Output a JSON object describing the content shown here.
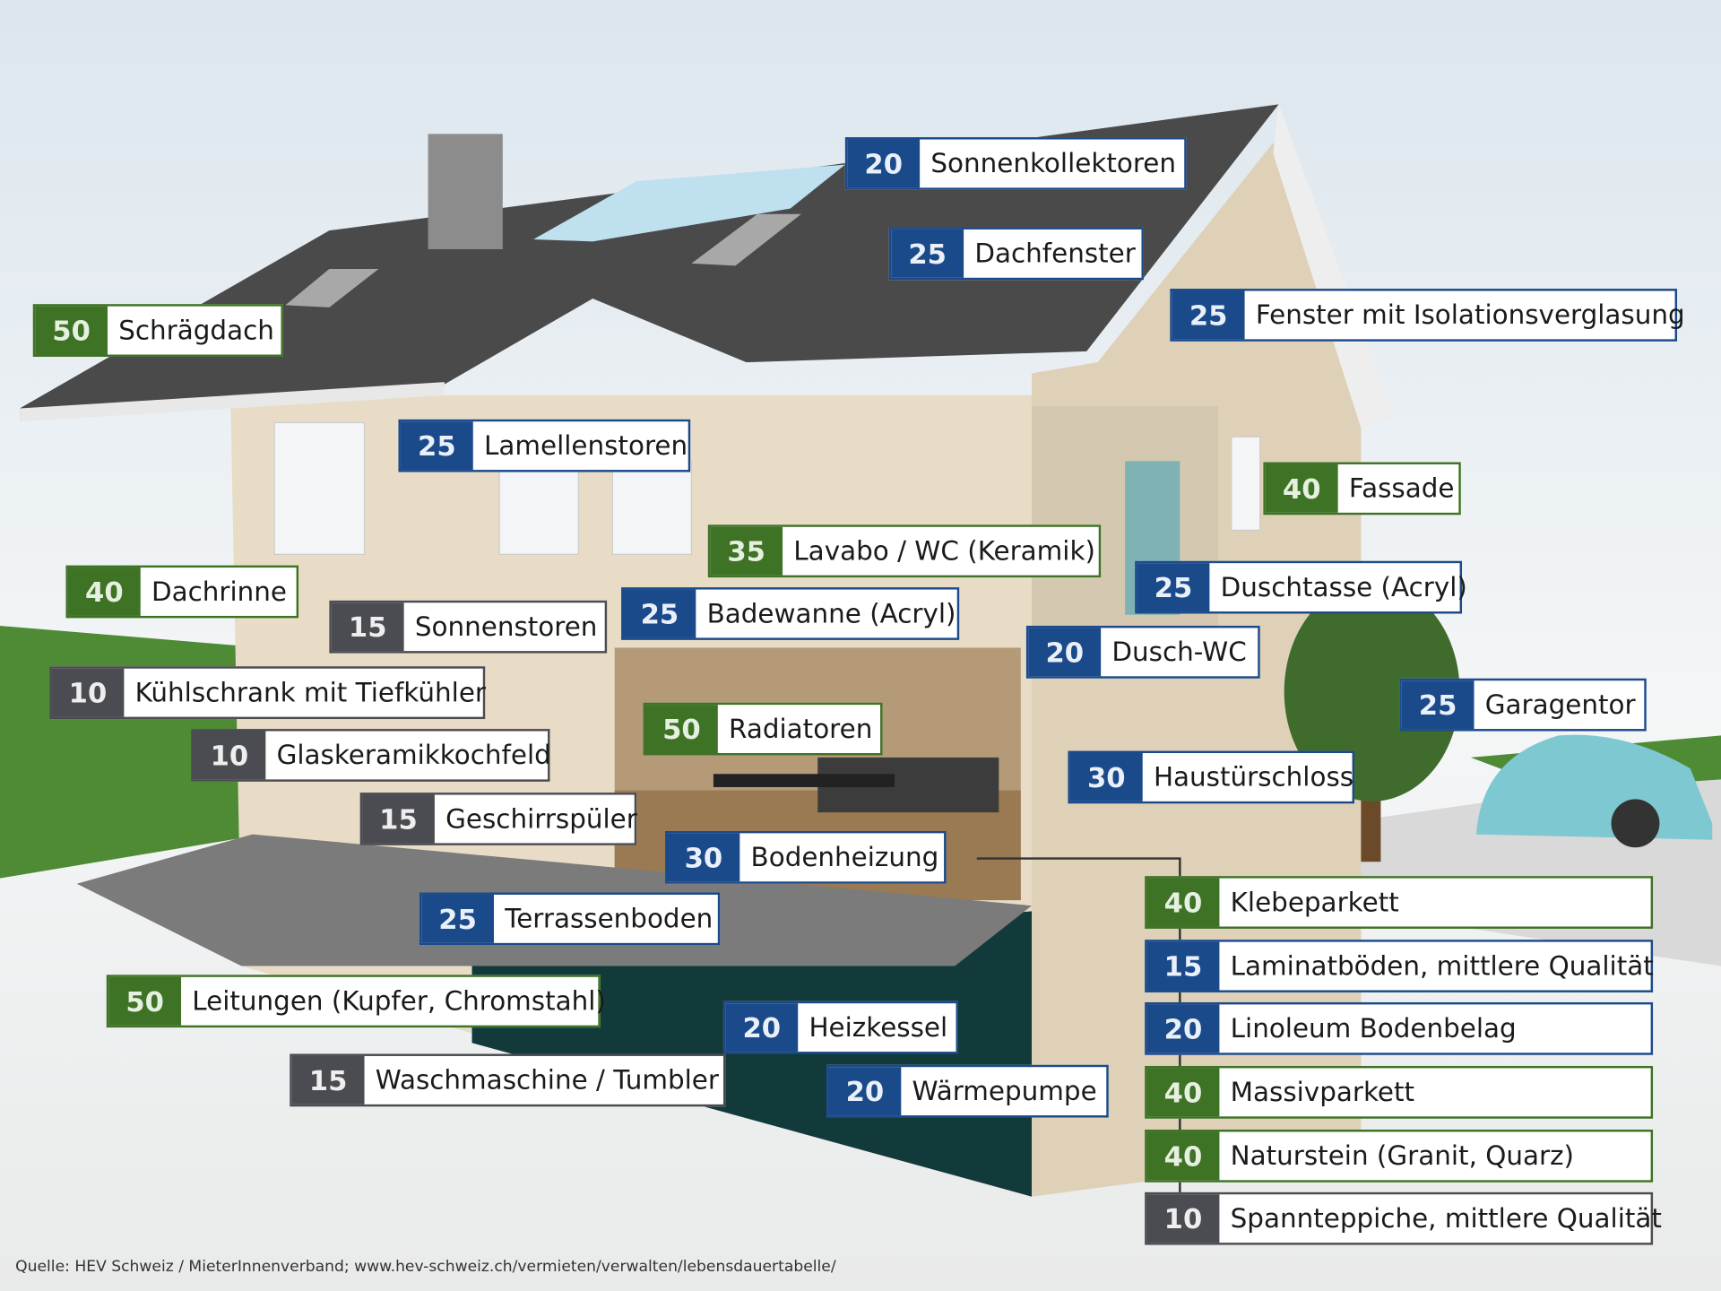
{
  "colors": {
    "green": "#3e7225",
    "blue": "#1b4a8a",
    "gray": "#4b4b52"
  },
  "labels": [
    {
      "years": "20",
      "name": "Sonnenkollektoren",
      "color": "blue"
    },
    {
      "years": "25",
      "name": "Dachfenster",
      "color": "blue"
    },
    {
      "years": "25",
      "name": "Fenster mit Isolationsverglasung",
      "color": "blue"
    },
    {
      "years": "50",
      "name": "Schrägdach",
      "color": "green"
    },
    {
      "years": "25",
      "name": "Lamellenstoren",
      "color": "blue"
    },
    {
      "years": "40",
      "name": "Fassade",
      "color": "green"
    },
    {
      "years": "35",
      "name": "Lavabo / WC (Keramik)",
      "color": "green"
    },
    {
      "years": "40",
      "name": "Dachrinne",
      "color": "green"
    },
    {
      "years": "25",
      "name": "Duschtasse (Acryl)",
      "color": "blue"
    },
    {
      "years": "15",
      "name": "Sonnenstoren",
      "color": "gray"
    },
    {
      "years": "25",
      "name": "Badewanne (Acryl)",
      "color": "blue"
    },
    {
      "years": "20",
      "name": "Dusch-WC",
      "color": "blue"
    },
    {
      "years": "10",
      "name": "Kühlschrank mit Tiefkühler",
      "color": "gray"
    },
    {
      "years": "25",
      "name": "Garagentor",
      "color": "blue"
    },
    {
      "years": "50",
      "name": "Radiatoren",
      "color": "green"
    },
    {
      "years": "10",
      "name": "Glaskeramikkochfeld",
      "color": "gray"
    },
    {
      "years": "30",
      "name": "Haustürschloss",
      "color": "blue"
    },
    {
      "years": "15",
      "name": "Geschirrspüler",
      "color": "gray"
    },
    {
      "years": "30",
      "name": "Bodenheizung",
      "color": "blue"
    },
    {
      "years": "25",
      "name": "Terrassenboden",
      "color": "blue"
    },
    {
      "years": "40",
      "name": "Klebeparkett",
      "color": "green"
    },
    {
      "years": "15",
      "name": "Laminatböden, mittlere Qualität",
      "color": "blue"
    },
    {
      "years": "20",
      "name": "Linoleum Bodenbelag",
      "color": "blue"
    },
    {
      "years": "40",
      "name": "Massivparkett",
      "color": "green"
    },
    {
      "years": "40",
      "name": "Naturstein (Granit, Quarz)",
      "color": "green"
    },
    {
      "years": "10",
      "name": "Spannteppiche, mittlere Qualität",
      "color": "gray"
    },
    {
      "years": "50",
      "name": "Leitungen (Kupfer, Chromstahl)",
      "color": "green"
    },
    {
      "years": "20",
      "name": "Heizkessel",
      "color": "blue"
    },
    {
      "years": "15",
      "name": "Waschmaschine / Tumbler",
      "color": "gray"
    },
    {
      "years": "20",
      "name": "Wärmepumpe",
      "color": "blue"
    }
  ],
  "source": "Quelle: HEV Schweiz / MieterInnenverband; www.hev-schweiz.ch/vermieten/verwalten/lebensdauertabelle/"
}
